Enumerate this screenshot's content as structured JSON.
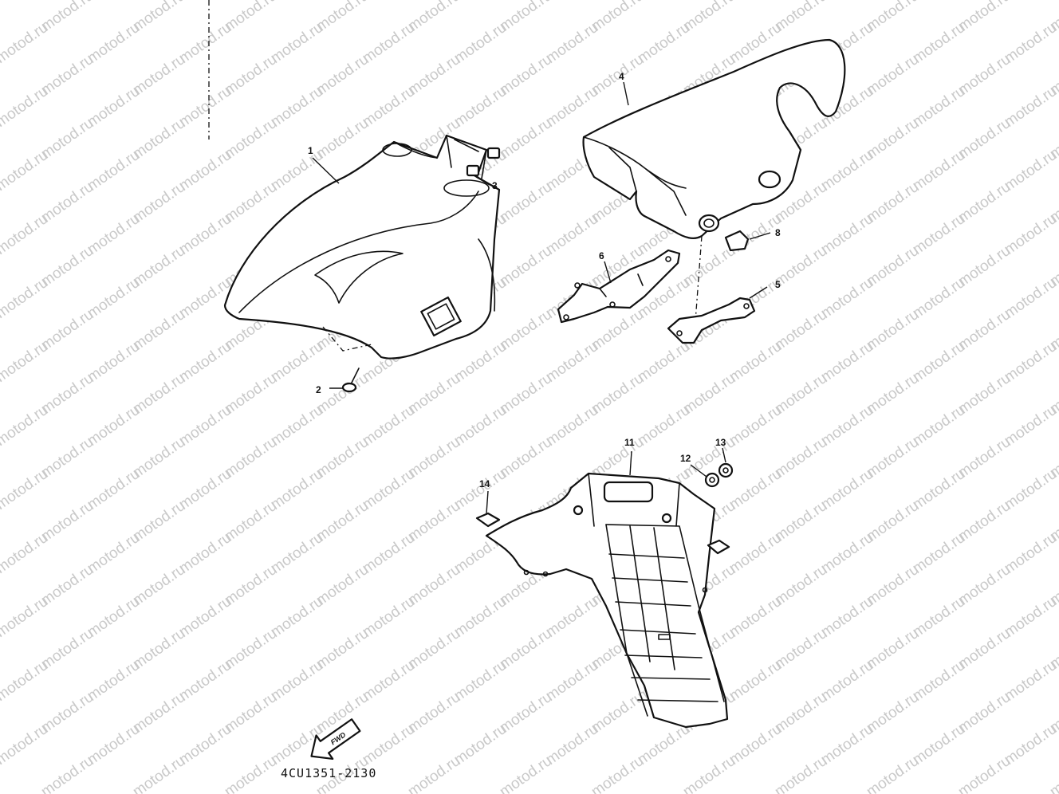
{
  "watermark": "motod.ru",
  "diagram_code": "4CU1351-2130",
  "fwd_label": "FWD",
  "callouts": [
    {
      "id": "1",
      "label": "1"
    },
    {
      "id": "2",
      "label": "2"
    },
    {
      "id": "3",
      "label": "3"
    },
    {
      "id": "4",
      "label": "4"
    },
    {
      "id": "5",
      "label": "5"
    },
    {
      "id": "6",
      "label": "6"
    },
    {
      "id": "8",
      "label": "8"
    },
    {
      "id": "11",
      "label": "11"
    },
    {
      "id": "12",
      "label": "12"
    },
    {
      "id": "13",
      "label": "13"
    },
    {
      "id": "14",
      "label": "14"
    }
  ]
}
